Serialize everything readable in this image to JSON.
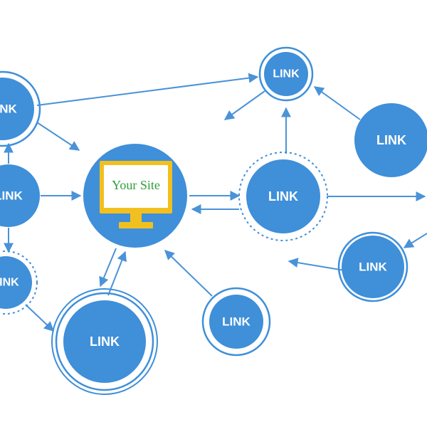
{
  "colors": {
    "background": "#ffffff",
    "node_fill": "#3f8fd9",
    "edge_color": "#4a93d8",
    "monitor_frame": "#f2c01e",
    "monitor_screen": "#ffffff",
    "site_text": "#2e9e3a",
    "label_text": "#ffffff"
  },
  "center": {
    "label": "Your Site",
    "icon": "computer-monitor-icon"
  },
  "nodes": [
    {
      "id": "top-left",
      "label": "LINK",
      "ring": "solid"
    },
    {
      "id": "left-middle",
      "label": "LINK",
      "ring": "none"
    },
    {
      "id": "bottom-left",
      "label": "LINK",
      "ring": "dotted"
    },
    {
      "id": "bottom-large",
      "label": "LINK",
      "ring": "double"
    },
    {
      "id": "bottom-center",
      "label": "LINK",
      "ring": "solid"
    },
    {
      "id": "hub-right",
      "label": "LINK",
      "ring": "dotted"
    },
    {
      "id": "top-center",
      "label": "LINK",
      "ring": "solid"
    },
    {
      "id": "top-right",
      "label": "LINK",
      "ring": "none"
    },
    {
      "id": "mid-right",
      "label": "LINK",
      "ring": "solid"
    }
  ],
  "edges": [
    {
      "from": "top-left",
      "to": "top-center"
    },
    {
      "from": "top-left",
      "to": "center"
    },
    {
      "from": "left-middle",
      "to": "top-left"
    },
    {
      "from": "left-middle",
      "to": "center"
    },
    {
      "from": "left-middle",
      "to": "bottom-left"
    },
    {
      "from": "bottom-left",
      "to": "bottom-large"
    },
    {
      "from": "center",
      "to": "bottom-large"
    },
    {
      "from": "bottom-large",
      "to": "center"
    },
    {
      "from": "bottom-center",
      "to": "center"
    },
    {
      "from": "center",
      "to": "hub-right"
    },
    {
      "from": "hub-right",
      "to": "center"
    },
    {
      "from": "hub-right",
      "to": "top-center"
    },
    {
      "from": "hub-right",
      "to": "right-edge"
    },
    {
      "from": "top-center",
      "to": "top-center-out"
    },
    {
      "from": "top-right",
      "to": "top-center"
    },
    {
      "from": "mid-right",
      "to": "mid-right-out"
    },
    {
      "from": "right-edge-in",
      "to": "mid-right"
    }
  ]
}
